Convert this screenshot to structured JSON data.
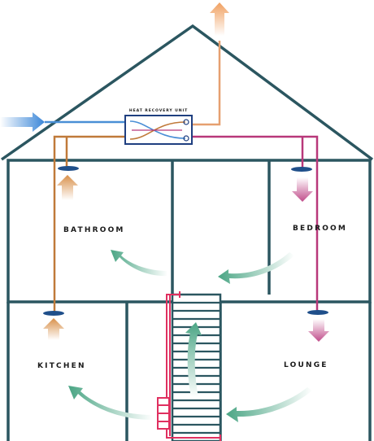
{
  "diagram": {
    "unit_label": "HEAT RECOVERY UNIT",
    "rooms": {
      "bathroom": "BATHROOM",
      "bedroom": "BEDROOM",
      "kitchen": "KITCHEN",
      "lounge": "LOUNGE"
    },
    "colors": {
      "walls": "#2b5660",
      "fresh_air_supply": "#4a8fd6",
      "exhaust_air": "#e08a3a",
      "supply_duct": "#b8387a",
      "extract_arrow": "#e0a050",
      "supply_arrow": "#c85090",
      "airflow_arrow": "#6cb89a",
      "heating_pipe": "#e03060",
      "vent": "#1f4f8a"
    }
  }
}
